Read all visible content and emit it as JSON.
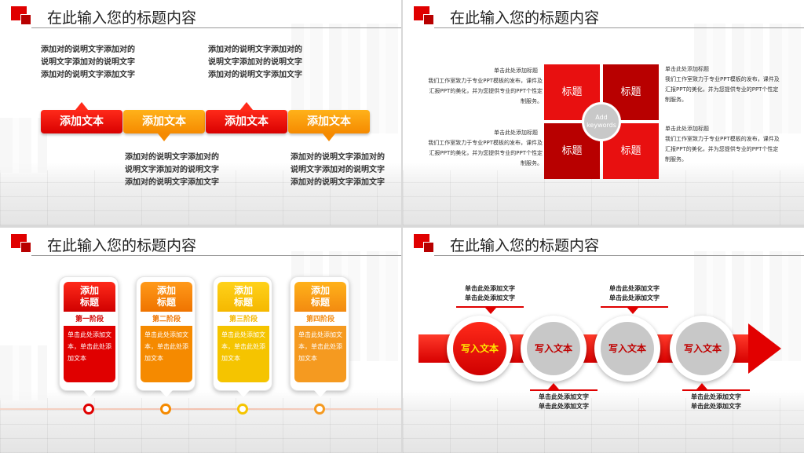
{
  "colors": {
    "red": "#e00000",
    "dark_red": "#b80000",
    "orange": "#f58a00",
    "yellow": "#f5c400",
    "gray": "#c8c8c8"
  },
  "slides": [
    {
      "title": "在此输入您的标题内容",
      "descriptions": [
        "添加对的说明文字添加对的说明文字添加对的说明文字添加对的说明文字添加文字",
        "添加对的说明文字添加对的说明文字添加对的说明文字添加对的说明文字添加文字",
        "添加对的说明文字添加对的说明文字添加对的说明文字添加对的说明文字添加文字",
        "添加对的说明文字添加对的说明文字添加对的说明文字添加对的说明文字添加文字"
      ],
      "buttons": [
        "添加文本",
        "添加文本",
        "添加文本",
        "添加文本"
      ]
    },
    {
      "title": "在此输入您的标题内容",
      "blocks": [
        {
          "heading": "单击此处添加标题",
          "body": "我们工作室致力于专业PPT模板的发布，课件及汇报PPT的美化，并为您提供专业的PPT个性定制服务。"
        },
        {
          "heading": "单击此处添加标题",
          "body": "我们工作室致力于专业PPT模板的发布，课件及汇报PPT的美化，并为您提供专业的PPT个性定制服务。"
        },
        {
          "heading": "单击此处添加标题",
          "body": "我们工作室致力于专业PPT模板的发布，课件及汇报PPT的美化，并为您提供专业的PPT个性定制服务。"
        },
        {
          "heading": "单击此处添加标题",
          "body": "我们工作室致力于专业PPT模板的发布，课件及汇报PPT的美化，并为您提供专业的PPT个性定制服务。"
        }
      ],
      "quadrants": [
        "标题",
        "标题",
        "标题",
        "标题"
      ],
      "center_line1": "Add",
      "center_line2": "keywords"
    },
    {
      "title": "在此输入您的标题内容",
      "cards": [
        {
          "head1": "添加",
          "head2": "标题",
          "stage": "第一阶段",
          "body": "单击此处添加文本，单击此处添加文本"
        },
        {
          "head1": "添加",
          "head2": "标题",
          "stage": "第二阶段",
          "body": "单击此处添加文本，单击此处添加文本"
        },
        {
          "head1": "添加",
          "head2": "标题",
          "stage": "第三阶段",
          "body": "单击此处添加文本，单击此处添加文本"
        },
        {
          "head1": "添加",
          "head2": "标题",
          "stage": "第四阶段",
          "body": "单击此处添加文本，单击此处添加文本"
        }
      ]
    },
    {
      "title": "在此输入您的标题内容",
      "circles": [
        "写入文本",
        "写入文本",
        "写入文本",
        "写入文本"
      ],
      "label_line": "单击此处添加文字"
    }
  ]
}
